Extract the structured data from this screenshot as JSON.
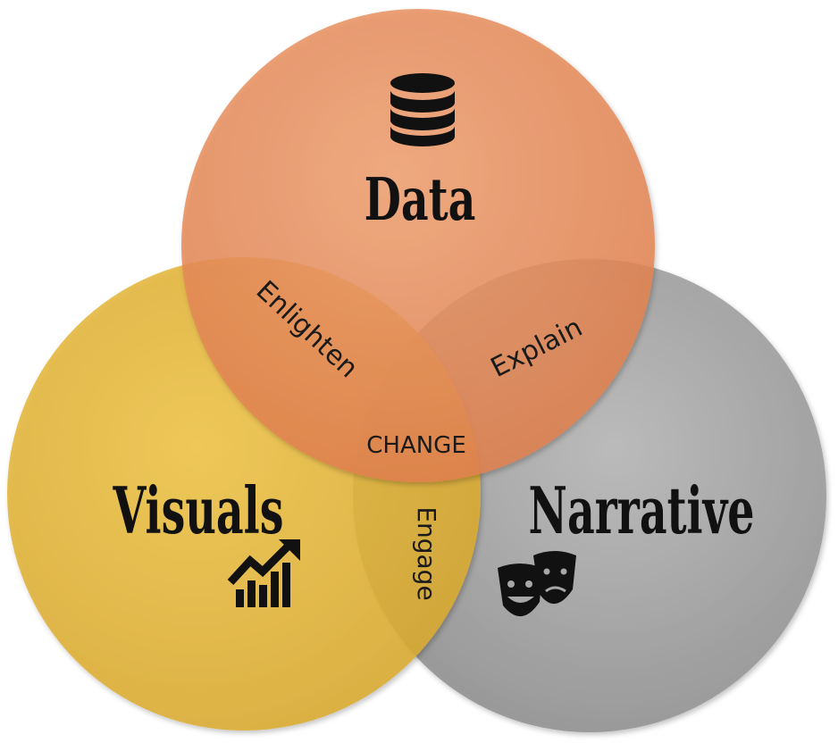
{
  "diagram": {
    "circles": {
      "data": {
        "label": "Data",
        "color": "#E8895A",
        "icon": "database-icon"
      },
      "visuals": {
        "label": "Visuals",
        "color": "#E2B33C",
        "icon": "growth-chart-icon"
      },
      "narrative": {
        "label": "Narrative",
        "color": "#A7A7A7",
        "icon": "theater-masks-icon"
      }
    },
    "overlaps": {
      "data_visuals": "Enlighten",
      "data_narrative": "Explain",
      "visuals_narrative": "Engage",
      "center": "CHANGE"
    }
  }
}
